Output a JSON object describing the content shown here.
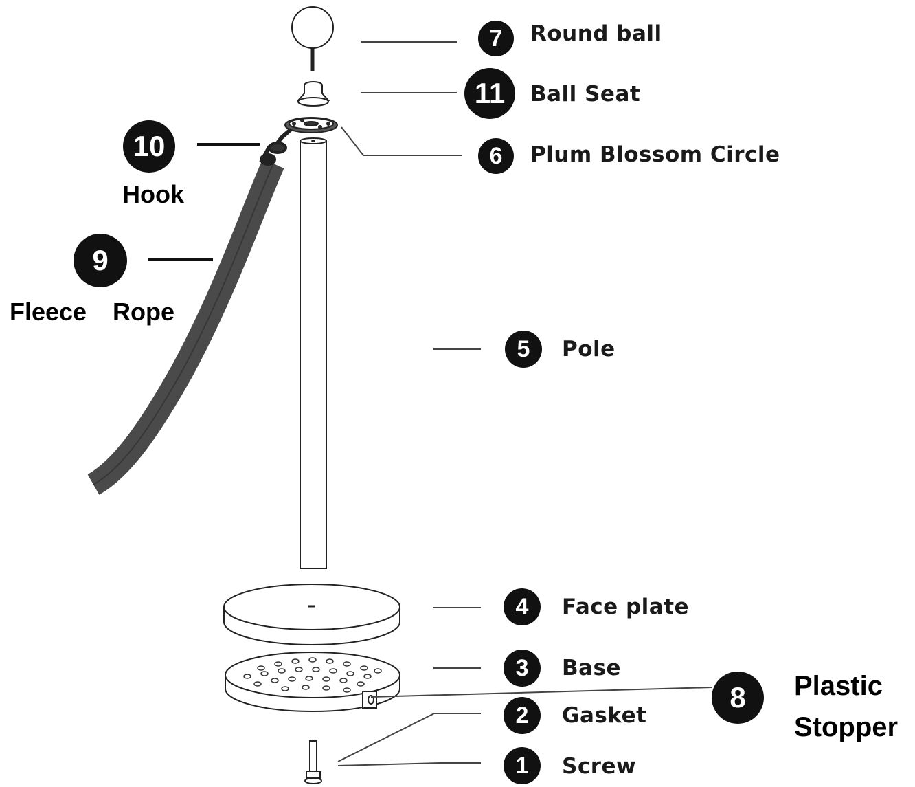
{
  "parts": [
    {
      "number": "7",
      "name": "Round ball"
    },
    {
      "number": "11",
      "name": "Ball Seat"
    },
    {
      "number": "6",
      "name": "Plum Blossom Circle"
    },
    {
      "number": "10",
      "name": "Hook"
    },
    {
      "number": "9",
      "name": "Fleece Rope"
    },
    {
      "number": "5",
      "name": "Pole"
    },
    {
      "number": "4",
      "name": "Face plate"
    },
    {
      "number": "3",
      "name": "Base"
    },
    {
      "number": "8",
      "name_line1": "Plastic",
      "name_line2": "Stopper"
    },
    {
      "number": "2",
      "name": "Gasket"
    },
    {
      "number": "1",
      "name": "Screw"
    }
  ],
  "fleece_rope_words": [
    "Fleece",
    "Rope"
  ]
}
